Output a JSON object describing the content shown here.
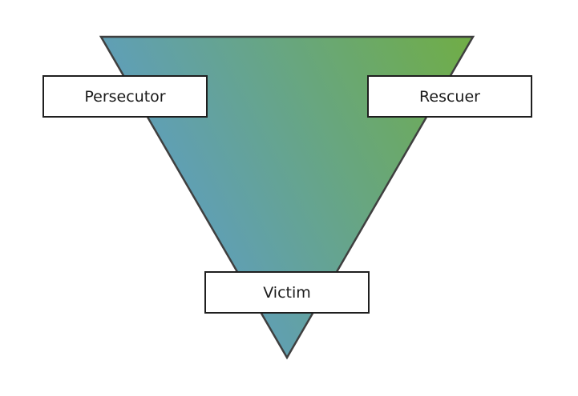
{
  "diagram": {
    "gradient_start_color": "#5b9bd5",
    "gradient_end_color": "#70ad47",
    "outline_color": "#3f3f3f",
    "roles": {
      "persecutor": "Persecutor",
      "rescuer": "Rescuer",
      "victim": "Victim"
    }
  }
}
